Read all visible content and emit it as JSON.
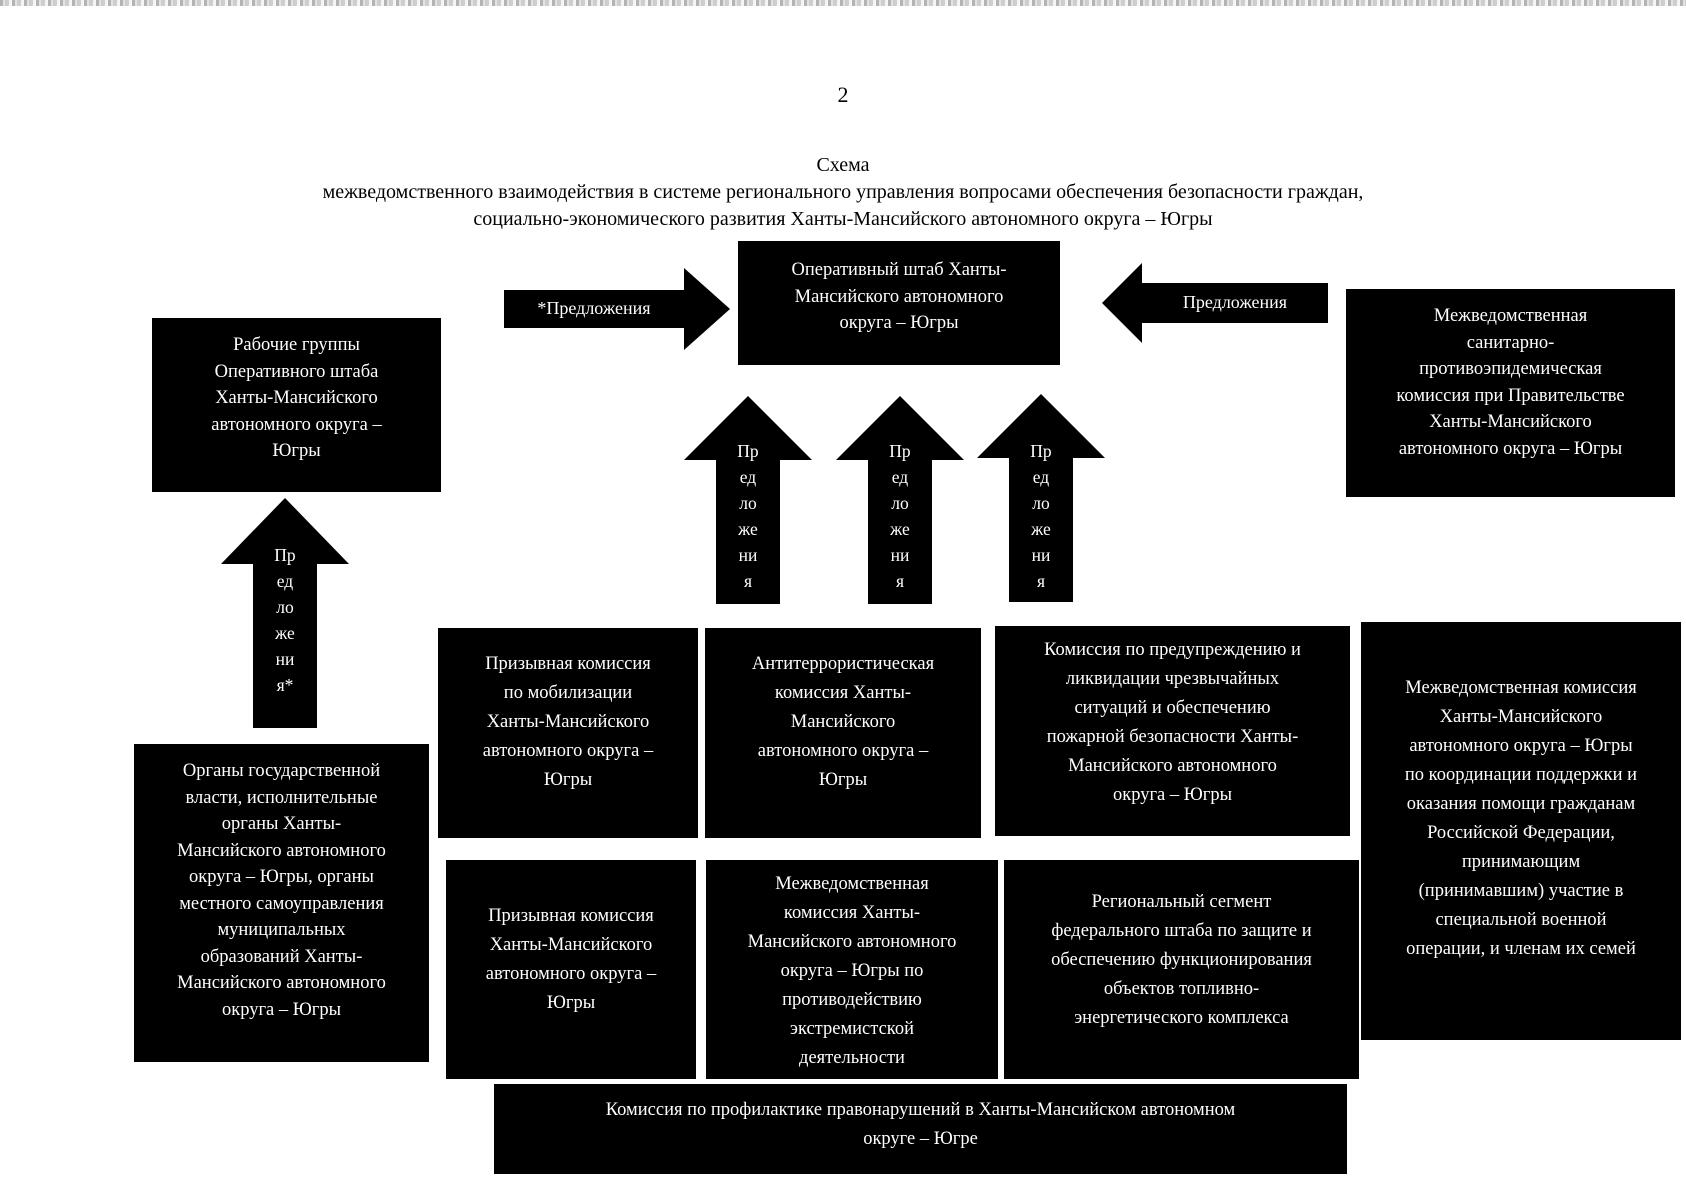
{
  "page_number": "2",
  "title": {
    "line1": "Схема",
    "line2": "межведомственного взаимодействия в системе регионального управления вопросами обеспечения безопасности граждан,",
    "line3": "социально-экономического развития Ханты-Мансийского автономного округа – Югры"
  },
  "boxes": {
    "hq": "Оперативный штаб Ханты-\nМансийского автономного\nокруга – Югры",
    "working_groups": "Рабочие группы\nОперативного штаба\nХанты-Мансийского\nавтономного округа –\nЮгры",
    "sanitary": "Межведомственная\nсанитарно-\nпротивоэпидемическая\nкомиссия при Правительстве\nХанты-Мансийского\nавтономного округа – Югры",
    "gov_bodies": "Органы государственной\nвласти, исполнительные\nорганы Ханты-\nМансийского автономного\nокруга – Югры, органы\nместного самоуправления\nмуниципальных\nобразований Ханты-\nМансийского автономного\nокруга – Югры",
    "mobilization": "Призывная комиссия\nпо мобилизации\nХанты-Мансийского\nавтономного округа –\nЮгры",
    "antiterror": "Антитеррористическая\nкомиссия Ханты-\nМансийского\nавтономного округа –\nЮгры",
    "emergency": "Комиссия по предупреждению и\nликвидации чрезвычайных\nситуаций и обеспечению\nпожарной безопасности Ханты-\nМансийского автономного\nокруга – Югры",
    "support": "Межведомственная комиссия\nХанты-Мансийского\nавтономного округа – Югры\nпо координации поддержки и\nоказания помощи гражданам\nРоссийской Федерации,\nпринимающим\n(принимавшим) участие в\nспециальной военной\nоперации, и членам их семей",
    "conscription": "Призывная комиссия\nХанты-Мансийского\nавтономного округа –\nЮгры",
    "extremism": "Межведомственная\nкомиссия Ханты-\nМансийского автономного\nокруга – Югры по\nпротиводействию\nэкстремистской\nдеятельности",
    "fuel_energy": "Региональный сегмент\nфедерального штаба по защите и\nобеспечению функционирования\nобъектов топливно-\nэнергетического комплекса",
    "prevention": "Комиссия по профилактике правонарушений в Ханты-Мансийском автономном\nокруге – Югре"
  },
  "arrows": {
    "left_horizontal": "*Предложения",
    "right_horizontal": "Предложения",
    "vertical_1": "Пр\nед\nло\nже\nни\nя",
    "vertical_2": "Пр\nед\nло\nже\nни\nя",
    "vertical_3": "Пр\nед\nло\nже\nни\nя",
    "vertical_left": "Пр\nед\nло\nже\nни\nя*"
  }
}
